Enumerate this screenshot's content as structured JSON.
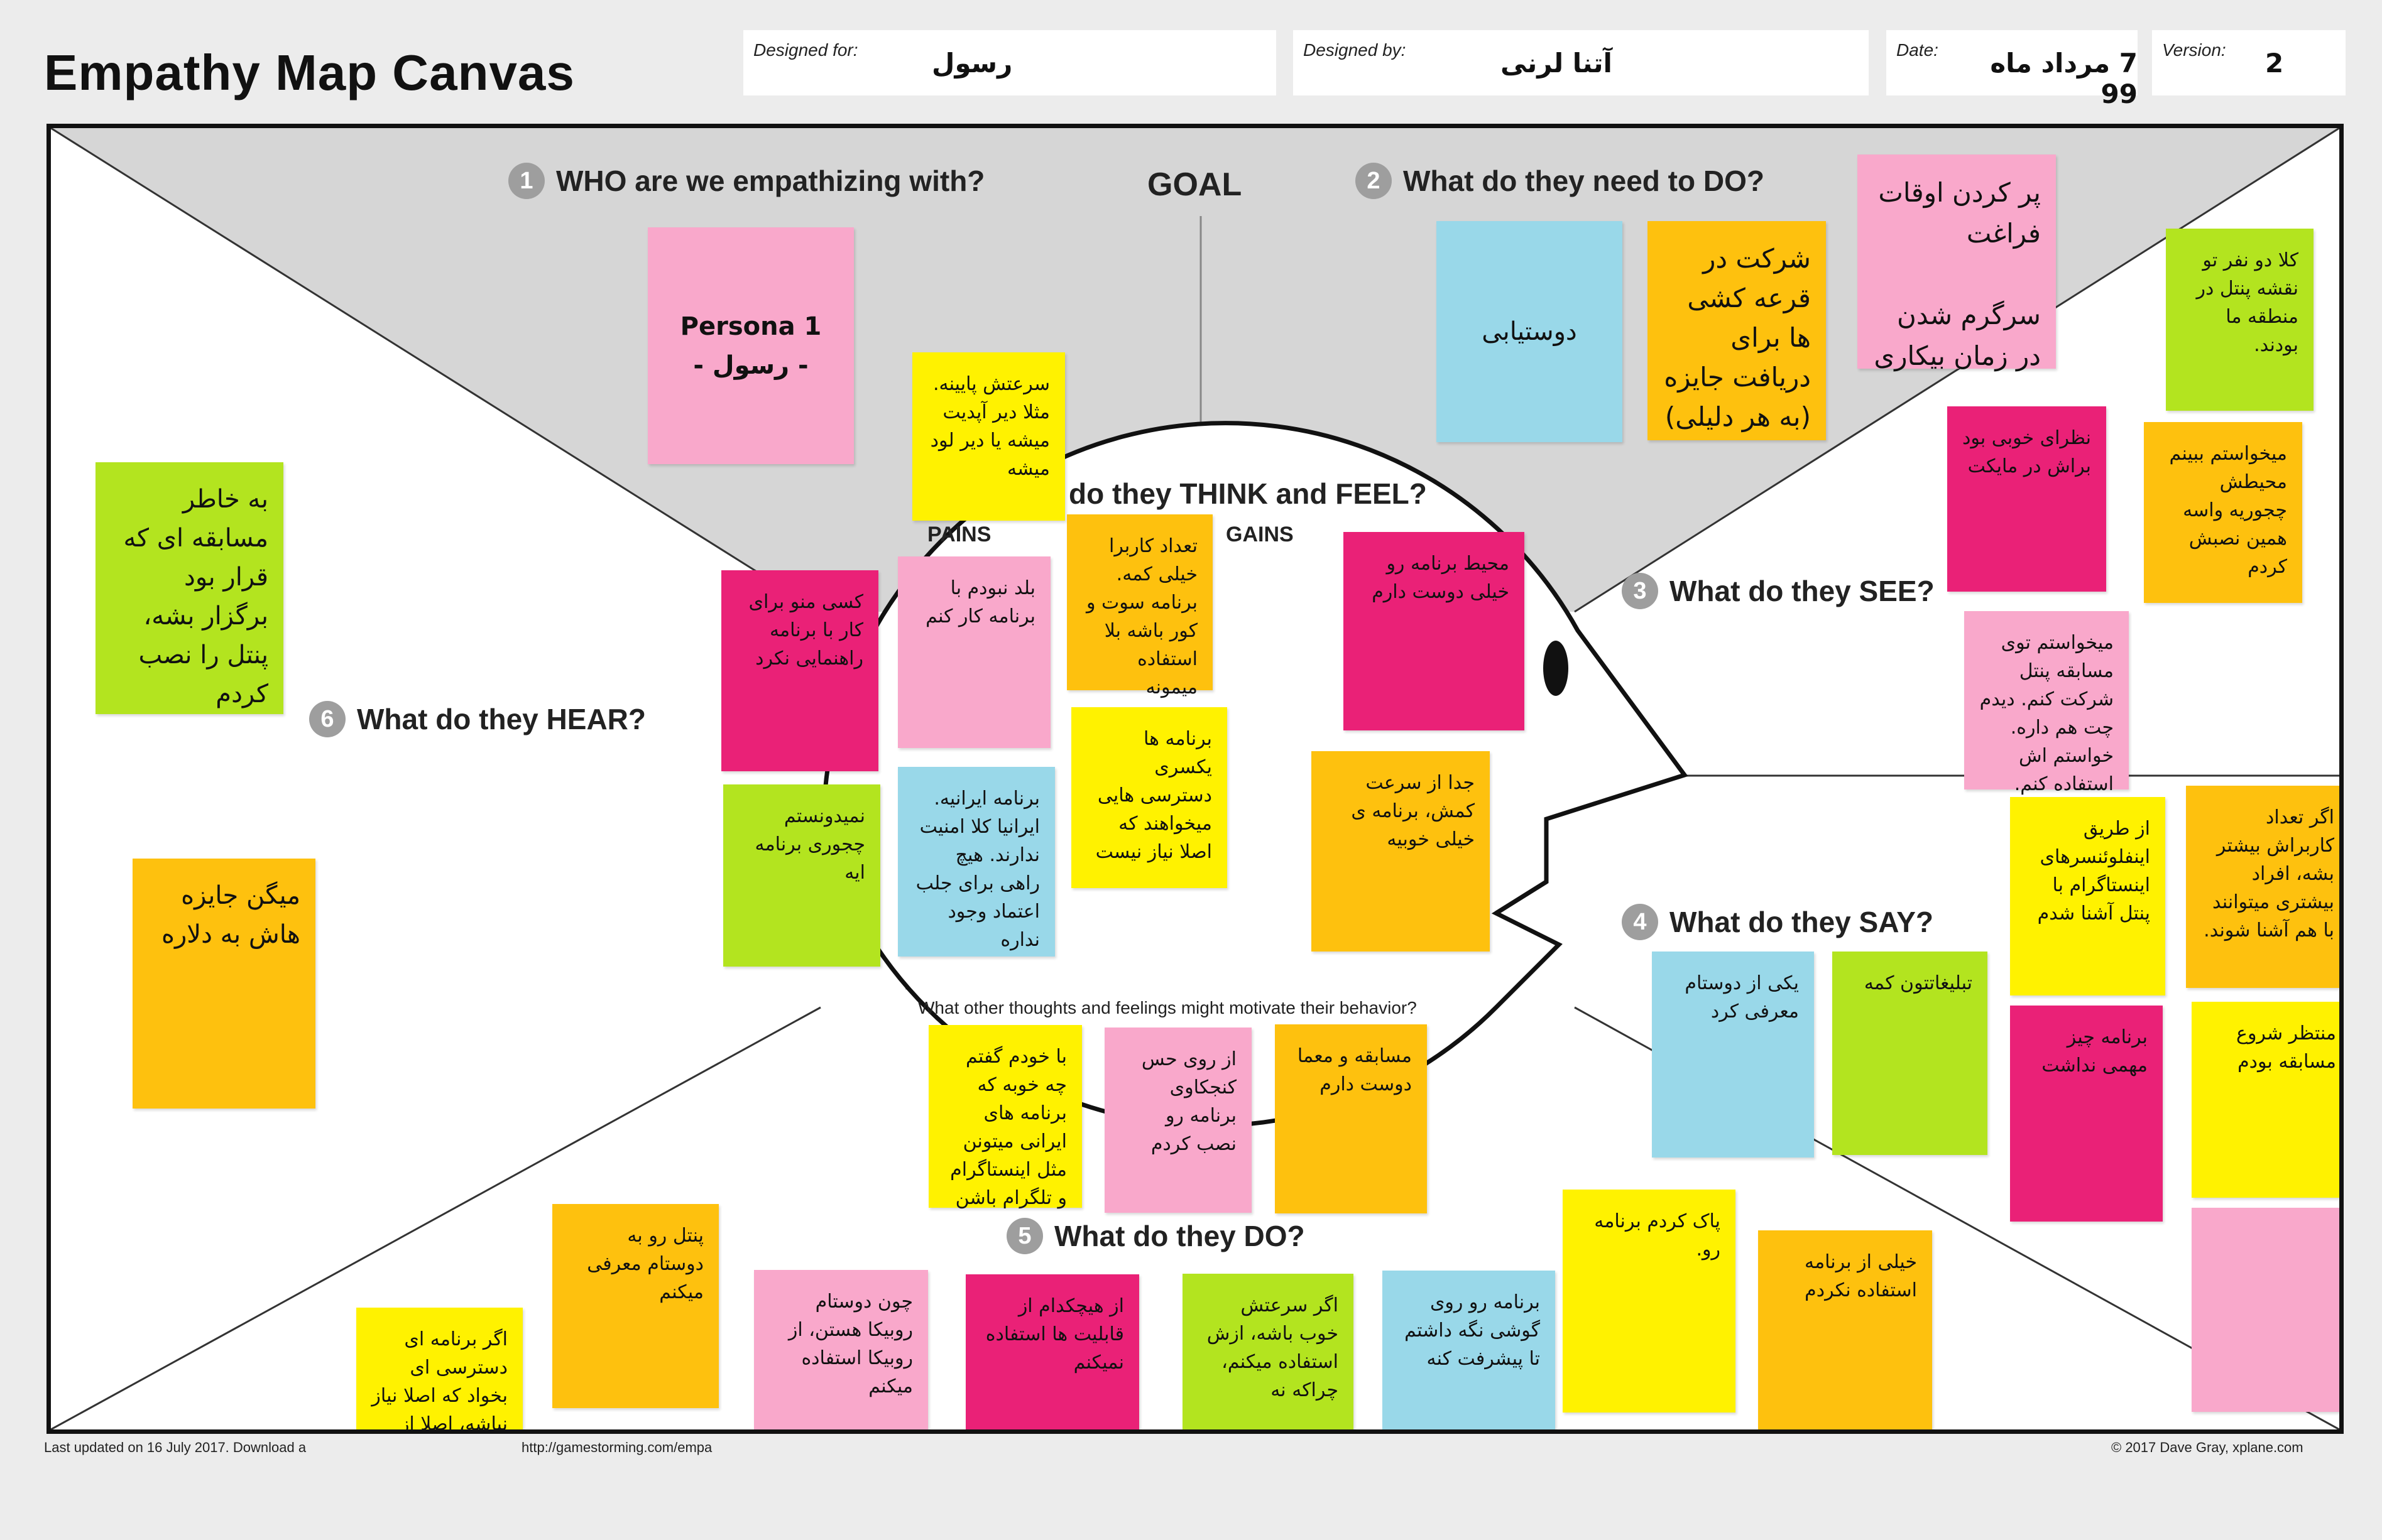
{
  "header": {
    "title": "Empathy Map Canvas",
    "designed_for_label": "Designed for:",
    "designed_for_value": "رسول",
    "designed_by_label": "Designed by:",
    "designed_by_value": "آتنا لرنی",
    "date_label": "Date:",
    "date_value": "7 مرداد ماه 99",
    "version_label": "Version:",
    "version_value": "2"
  },
  "sections": {
    "who": {
      "num": "1",
      "label": "WHO are we empathizing with?"
    },
    "goal": "GOAL",
    "do_need": {
      "num": "2",
      "label": "What do they need to DO?"
    },
    "see": {
      "num": "3",
      "label": "What do they SEE?"
    },
    "say": {
      "num": "4",
      "label": "What do they SAY?"
    },
    "do": {
      "num": "5",
      "label": "What do they DO?"
    },
    "hear": {
      "num": "6",
      "label": "What do they HEAR?"
    },
    "think": "do they THINK and FEEL?",
    "pains": "PAINS",
    "gains": "GAINS",
    "other": "What other thoughts and feelings might motivate their behavior?"
  },
  "colors": {
    "yellow": "#fff200",
    "pink": "#f9a8cb",
    "magenta": "#ea2177",
    "orange": "#fec10e",
    "green": "#b3e41f",
    "blue": "#99d8e9"
  },
  "notes": {
    "persona": "Persona 1\n- رسول -",
    "need1": "دوستیابی",
    "need2": "شرکت در قرعه کشی ها برای دریافت جایزه (به هر دلیلی)",
    "need3": "پر کردن اوقات فراغت\n\nسرگرم شدن در زمان بیکاری",
    "see1": "کلا دو نفر تو نقشه پنتل در منطقه ما بودند.",
    "see2": "نظرای خوبی بود براش در مایکت",
    "see3": "میخواستم ببینم محیطش چجوریه واسه همین نصبش کردم",
    "see4": "میخواستم توی مسابقه پنتل شرکت کنم. دیدم چت هم داره. خواستم اش استفاده کنم. نتوانستم",
    "think_pain1": "سرعتش پایینه. مثلا دیر آپدیت میشه یا دیر لود میشه",
    "think_pain2": "کسی منو برای کار با برنامه راهنمایی نکرد",
    "think_pain3": "بلد نبودم با برنامه کار کنم",
    "think_pain4": "نمیدونستم چجوری برنامه ایه",
    "think_pain5": "برنامه ایرانیه. ایرانیا کلا امنیت ندارند. هیچ راهی برای جلب اعتماد وجود نداره",
    "think_gain1": "تعداد کاربرا خیلی کمه. برنامه سوت و کور باشه بلا استفاده میمونه",
    "think_gain2": "محیط برنامه رو خیلی دوست دارم",
    "think_gain3": "برنامه ها یکسری دسترسی هایی میخواهند که اصلا نیاز نیست",
    "think_gain4": "جدا از سرعت کمش، برنامه ی خیلی خوبیه",
    "other1": "با خودم گفتم چه خوبه که برنامه های ایرانی میتونن مثل اینستاگرام و تلگرام باشن",
    "other2": "از روی حس کنجکاوی برنامه رو نصب کردم",
    "other3": "مسابقه و معما دوست دارم",
    "hear1": "به خاطر مسابقه ای که قرار بود برگزار بشه، پنتل را نصب کردم",
    "hear2": "میگن جایزه هاش به دلاره",
    "say1": "یکی از دوستام معرفی کرد",
    "say2": "تبلیغاتتون کمه",
    "say3": "از طریق اینفلوئنسرهای اینستاگرام با پنتل آشنا شدم",
    "say4": "اگر تعداد کاربراش بیشتر بشه، افراد بیشتری میتوانند با هم آشنا شوند.",
    "say5": "برنامه چیز مهمی نداشت",
    "say6": "منتظر شروع مسابقه بودم",
    "say7": "",
    "do1": "پنتل رو به دوستام معرفی میکنم",
    "do2": "اگر برنامه ای دسترسی ای بخواد که اصلا نیاز نباشه، اصلا از برنامه استفاده نمیکنم و حذفش میکنم",
    "do3": "چون دوستام روبیکا هستن، از روبیکا استفاده میکنم",
    "do4": "از هیچکدام از قابلیت ها استفاده نمیکنم",
    "do5": "اگر سرعتش خوب باشه، ازش استفاده میکنم، چراکه نه",
    "do6": "برنامه رو روی گوشی نگه داشتم تا پیشرفت کنه",
    "do7": "پاک کردم برنامه رو.",
    "do8": "خیلی از برنامه استفاده نکردم"
  },
  "footer": {
    "left": "Last updated on 16 July 2017. Download a",
    "mid": "http://gamestorming.com/empa",
    "right": "© 2017 Dave Gray, xplane.com"
  }
}
